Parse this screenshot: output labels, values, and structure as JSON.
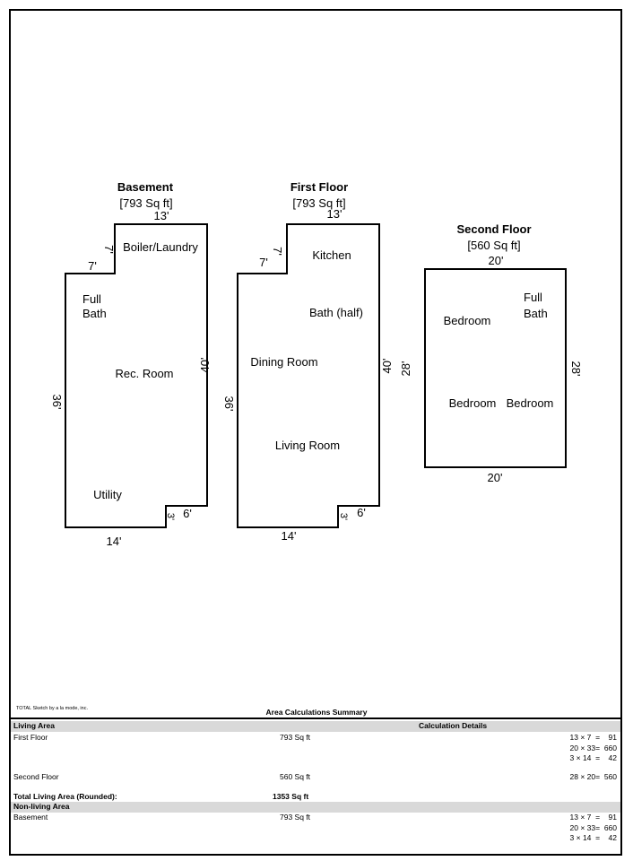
{
  "floors": [
    {
      "title": "Basement",
      "area": "[793 Sq ft]",
      "dims": {
        "top": "13'",
        "notch_h": "7'",
        "notch_v": "7'",
        "left": "36'",
        "right": "40'",
        "bottom": "14'",
        "step_h": "6'",
        "step_v": "3'"
      },
      "rooms": [
        "Boiler/Laundry",
        "Full",
        "Bath",
        "Rec. Room",
        "Utility"
      ]
    },
    {
      "title": "First Floor",
      "area": "[793 Sq ft]",
      "dims": {
        "top": "13'",
        "notch_h": "7'",
        "notch_v": "7'",
        "left": "36'",
        "right": "40'",
        "bottom": "14'",
        "step_h": "6'",
        "step_v": "3'"
      },
      "rooms": [
        "Kitchen",
        "Bath (half)",
        "Dining Room",
        "Living Room"
      ]
    },
    {
      "title": "Second Floor",
      "area": "[560 Sq ft]",
      "dims": {
        "top": "20'",
        "left": "28'",
        "right": "28'",
        "bottom": "20'"
      },
      "rooms": [
        "Bedroom",
        "Full",
        "Bath",
        "Bedroom",
        "Bedroom"
      ]
    }
  ],
  "credit": "TOTAL Sketch by a la mode, inc.",
  "summary": {
    "title": "Area Calculations Summary",
    "living_header": "Living Area",
    "details_header": "Calculation Details",
    "first_floor": {
      "label": "First Floor",
      "area": "793 Sq ft",
      "calc": [
        "13 × 7  =    91",
        "20 × 33=  660",
        "3 × 14  =    42"
      ]
    },
    "second_floor": {
      "label": "Second Floor",
      "area": "560 Sq ft",
      "calc": [
        "28 × 20=  560"
      ]
    },
    "total": {
      "label": "Total Living Area (Rounded):",
      "area": "1353 Sq ft"
    },
    "nonliving_header": "Non-living Area",
    "basement": {
      "label": "Basement",
      "area": "793 Sq ft",
      "calc": [
        "13 × 7  =    91",
        "20 × 33=  660",
        "3 × 14  =    42"
      ]
    }
  }
}
